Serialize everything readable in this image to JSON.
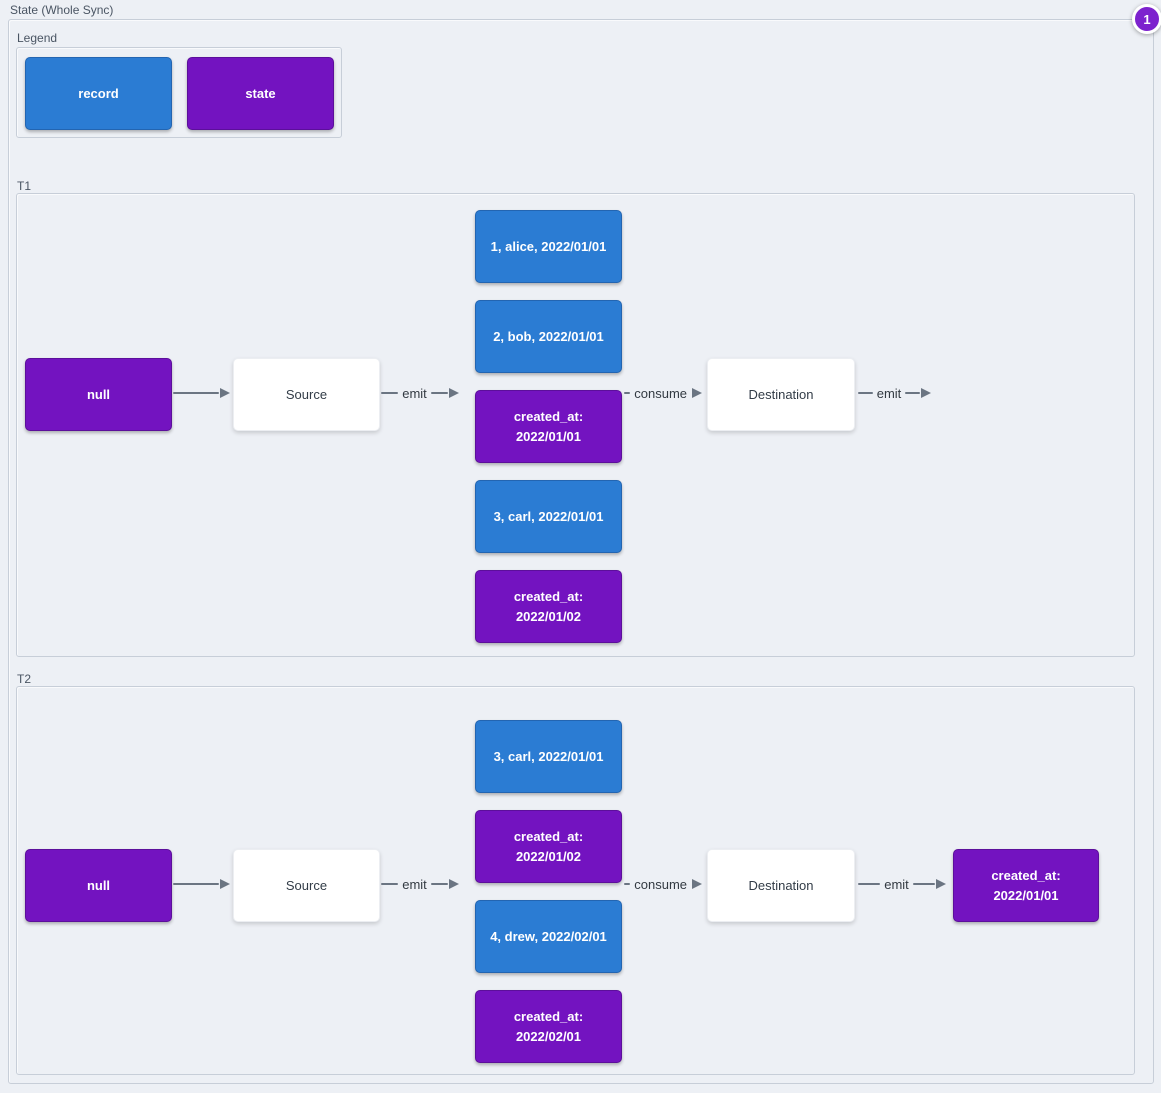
{
  "diagram": {
    "title": "State (Whole Sync)",
    "badge": "1"
  },
  "colors": {
    "record_blue": "#2b7cd3",
    "state_purple": "#7313c0",
    "badge_purple": "#7d22ce",
    "arrow_gray": "#6b7582",
    "background": "#edf0f5"
  },
  "legend": {
    "label": "Legend",
    "items": [
      {
        "type": "record",
        "label": "record"
      },
      {
        "type": "state",
        "label": "state"
      }
    ]
  },
  "t1": {
    "label": "T1",
    "nodes": {
      "start": "null",
      "source": "Source",
      "destination": "Destination"
    },
    "edges": {
      "emit_in": "emit",
      "consume": "consume",
      "emit_out": "emit"
    },
    "queue": [
      {
        "type": "record",
        "text": "1, alice, 2022/01/01"
      },
      {
        "type": "record",
        "text": "2, bob, 2022/01/01"
      },
      {
        "type": "state",
        "line1": "created_at:",
        "line2": "2022/01/01"
      },
      {
        "type": "record",
        "text": "3, carl, 2022/01/01"
      },
      {
        "type": "state",
        "line1": "created_at:",
        "line2": "2022/01/02"
      }
    ]
  },
  "t2": {
    "label": "T2",
    "nodes": {
      "start": "null",
      "source": "Source",
      "destination": "Destination"
    },
    "edges": {
      "emit_in": "emit",
      "consume": "consume",
      "emit_out": "emit"
    },
    "queue": [
      {
        "type": "record",
        "text": "3, carl, 2022/01/01"
      },
      {
        "type": "state",
        "line1": "created_at:",
        "line2": "2022/01/02"
      },
      {
        "type": "record",
        "text": "4, drew, 2022/02/01"
      },
      {
        "type": "state",
        "line1": "created_at:",
        "line2": "2022/02/01"
      }
    ],
    "result": {
      "type": "state",
      "line1": "created_at:",
      "line2": "2022/01/01"
    }
  }
}
